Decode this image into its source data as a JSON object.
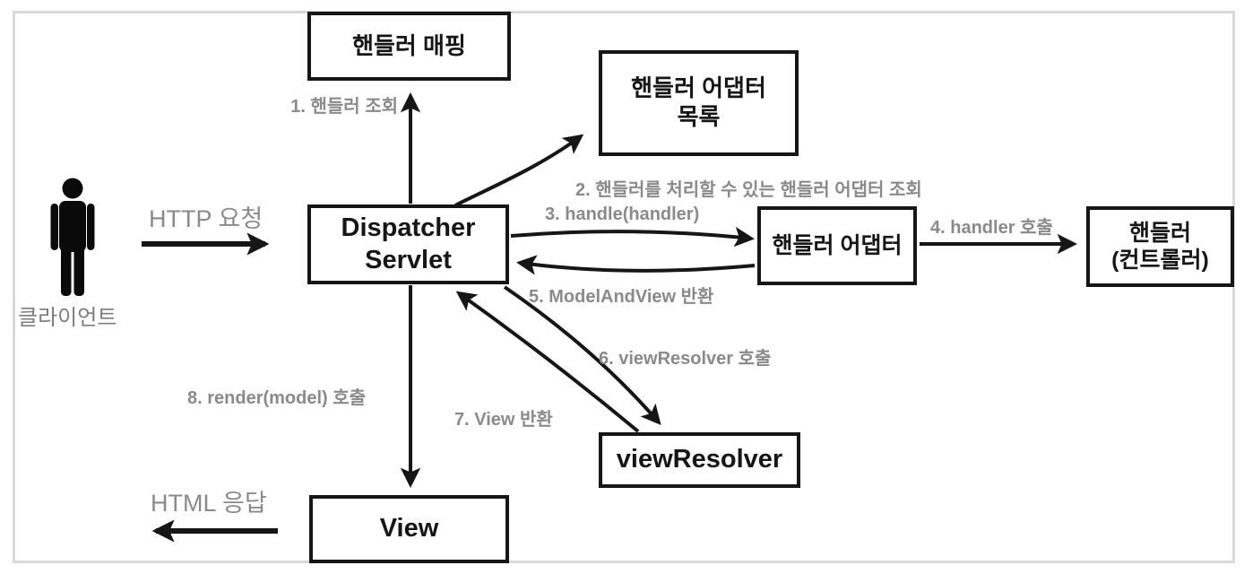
{
  "diagram": {
    "client": {
      "label": "클라이언트"
    },
    "nodes": {
      "handler_mapping": {
        "label": "핸들러 매핑"
      },
      "handler_adapter_list": {
        "line1": "핸들러 어댑터",
        "line2": "목록"
      },
      "dispatcher_servlet": {
        "line1": "Dispatcher",
        "line2": "Servlet"
      },
      "handler_adapter": {
        "label": "핸들러 어댑터"
      },
      "handler_controller": {
        "line1": "핸들러",
        "line2": "(컨트롤러)"
      },
      "view_resolver": {
        "label": "viewResolver"
      },
      "view": {
        "label": "View"
      }
    },
    "edges": {
      "http_request": {
        "label": "HTTP 요청"
      },
      "step1": {
        "label": "1. 핸들러 조회"
      },
      "step2": {
        "label": "2. 핸들러를 처리할 수 있는 핸들러 어댑터 조회"
      },
      "step3": {
        "label": "3. handle(handler)"
      },
      "step4": {
        "label": "4. handler 호출"
      },
      "step5": {
        "label": "5. ModelAndView 반환"
      },
      "step6": {
        "label": "6. viewResolver 호출"
      },
      "step7": {
        "label": "7. View 반환"
      },
      "step8": {
        "label": "8. render(model) 호출"
      },
      "html_response": {
        "label": "HTML 응답"
      }
    },
    "colors": {
      "line": "#161616",
      "step_label": "#8a8a8a",
      "frame": "#d9d9d9"
    }
  }
}
